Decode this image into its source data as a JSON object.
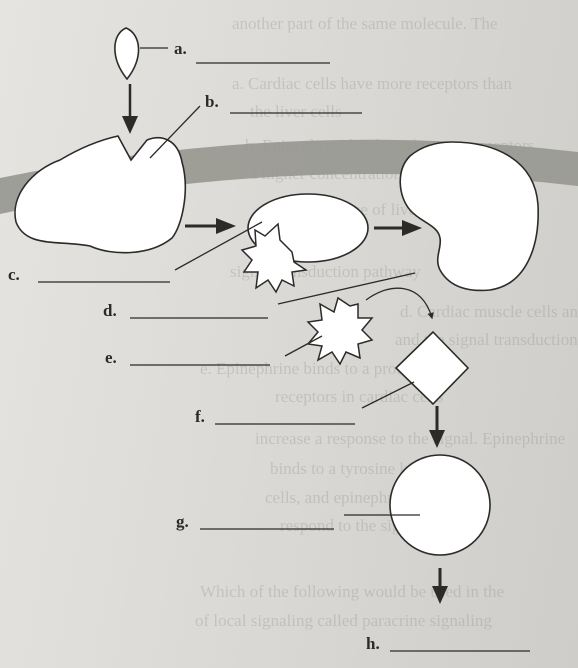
{
  "labels": {
    "a": "a.",
    "b": "b.",
    "c": "c.",
    "d": "d.",
    "e": "e.",
    "f": "f.",
    "g": "g.",
    "h": "h."
  },
  "colors": {
    "ink": "#2c2b29",
    "membrane_band": "#9a9a94",
    "shape_fill": "#ffffff"
  },
  "bleed_through_text": [
    "another part of the same molecule. The",
    "a. Cardiac cells have more receptors than",
    "the liver cells",
    "b. Epinephrine binds to the same receptors",
    "a higher concentration in the liver",
    "c. The response of liver cells to",
    "signal transduction pathway",
    "d. Cardiac muscle cells and liver cells",
    "and the signal transduction pathways",
    "e. Epinephrine binds to a protein",
    "receptors in cardiac cells",
    "increase a response to the signal. Epinephrine",
    "binds to a tyrosine kinase",
    "cells, and epinephrine",
    "respond to the signal.",
    "Which of the following would be used in the",
    "of local signaling called paracrine signaling"
  ]
}
